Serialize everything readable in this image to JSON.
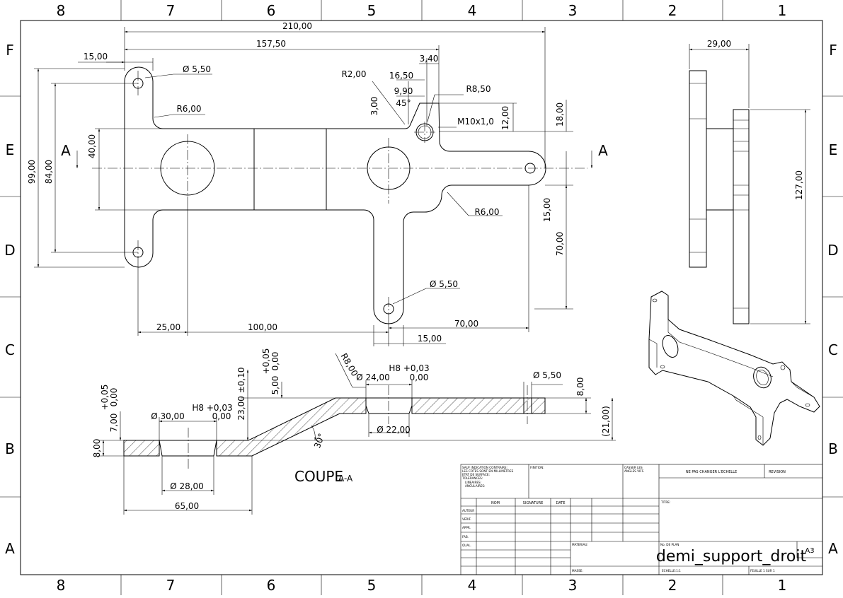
{
  "zones": {
    "columns": [
      "8",
      "7",
      "6",
      "5",
      "4",
      "3",
      "2",
      "1"
    ],
    "rows": [
      "F",
      "E",
      "D",
      "C",
      "B",
      "A"
    ]
  },
  "dims_top": {
    "d210": "210,00",
    "d157": "157,50",
    "d15a": "15,00",
    "d3_40": "3,40",
    "d16_50": "16,50",
    "r2": "R2,00",
    "d9_90": "9,90",
    "r8_50": "R8,50",
    "d3_00": "3,00",
    "a45": "45°",
    "d12": "12,00",
    "m10": "M10x1,0",
    "d18": "18,00",
    "dia5_50a": "Ø 5,50",
    "r6a": "R6,00",
    "d40": "40,00",
    "d84": "84,00",
    "d99": "99,00",
    "secA": "A",
    "secA2": "A",
    "r6b": "R6,00",
    "d15b": "15,00",
    "d70v": "70,00",
    "dia5_50b": "Ø 5,50",
    "d25": "25,00",
    "d100": "100,00",
    "d70h": "70,00",
    "d15c": "15,00"
  },
  "side_view": {
    "d29": "29,00",
    "d127": "127,00"
  },
  "section": {
    "tol_p05a": "+0,05",
    "tol_000a": "0,00",
    "d7": "7,00",
    "d8a": "8,00",
    "h8a": "H8 +0,03",
    "h8a0": "0,00",
    "dia30": "Ø 30,00",
    "dia28": "Ø 28,00",
    "d65": "65,00",
    "d23": "23,00 ±0,10",
    "tol_p05b": "+0,05",
    "tol_000b": "0,00",
    "d5": "5,00",
    "r8": "R8,00",
    "dia24": "Ø 24,00",
    "h8b": "H8 +0,03",
    "h8b0": "0,00",
    "dia22": "Ø 22,00",
    "a30": "30°",
    "dia5_50c": "Ø 5,50",
    "d8b": "8,00",
    "d21": "(21,00)",
    "title": "COUPE",
    "title_sub": "A-A"
  },
  "title_block": {
    "general_notes": [
      "SAUF INDICATION CONTRAIRE:",
      "LES COTES SONT EN MILLIMETRES",
      "ETAT DE SURFACE:",
      "TOLERANCES:",
      "LINEAIRES:",
      "ANGULAIRES:"
    ],
    "finish": "FINITION:",
    "break_edges": [
      "CASSER LES",
      "ANGLES VIFS"
    ],
    "no_scale": "NE PAS CHANGER L'ECHELLE",
    "revision": "REVISION",
    "col_name": "NOM",
    "col_signature": "SIGNATURE",
    "col_date": "DATE",
    "rows": [
      "AUTEUR",
      "VERIF.",
      "APPR.",
      "FAB.",
      "QUAL."
    ],
    "title_label": "TITRE:",
    "material": "MATERIAU:",
    "mass": "MASSE:",
    "plan_no": "No. DE PLAN",
    "drawing_name": "demi_support_droit",
    "format": "A3",
    "scale": "ECHELLE:1:1",
    "sheet": "FEUILLE 1 SUR 1"
  }
}
